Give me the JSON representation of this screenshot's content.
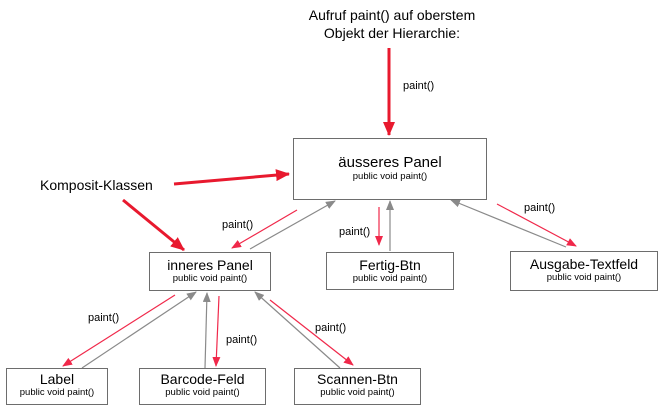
{
  "top_note": {
    "line1": "Aufruf paint() auf oberstem",
    "line2": "Objekt der Hierarchie:"
  },
  "composite_label": "Komposit-Klassen",
  "call_label": "paint()",
  "method_label": "public void paint()",
  "classes": {
    "outer_panel": "äusseres Panel",
    "inner_panel": "inneres Panel",
    "done_button": "Fertig-Btn",
    "output_textfield": "Ausgabe-Textfeld",
    "label": "Label",
    "barcode_field": "Barcode-Feld",
    "scan_button": "Scannen-Btn"
  },
  "colors": {
    "call_arrow": "#f0284a",
    "highlight_arrow": "#e8192e",
    "hierarchy_arrow": "#8a8a8a",
    "box_border": "#6d6d6d"
  }
}
